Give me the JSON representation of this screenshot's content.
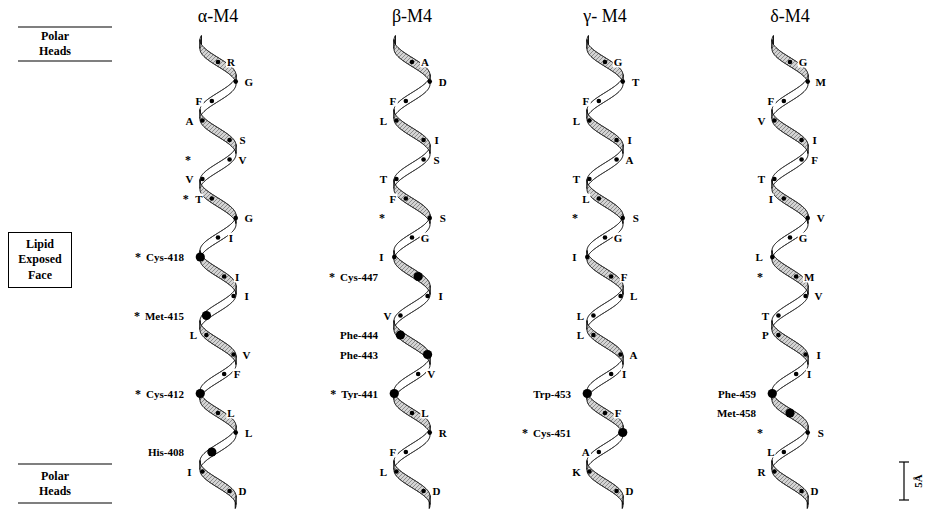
{
  "diagram": {
    "nodes": [
      {
        "text": [
          "Lipid Exposed Face"
        ]
      }
    ],
    "labels": [
      "Polar Heads",
      "Polar Heads",
      "α-M4",
      "R",
      "G",
      "F",
      "A",
      "S",
      "*",
      "V",
      "V",
      "*",
      "T",
      "G",
      "I",
      "*",
      "Cys-418",
      "I",
      "I",
      "*",
      "Met-415",
      "L",
      "V",
      "F",
      "*",
      "Cys-412",
      "L",
      "L",
      "His-408",
      "I",
      "D",
      "β-M4",
      "A",
      "D",
      "F",
      "L",
      "I",
      "S",
      "T",
      "F",
      "*",
      "S",
      "G",
      "I",
      "*",
      "Cys-447",
      "I",
      "V",
      "Phe-444",
      "Phe-443",
      "V",
      "*",
      "Tyr-441",
      "L",
      "R",
      "F",
      "L",
      "D",
      "γ- M4",
      "G",
      "T",
      "F",
      "L",
      "I",
      "A",
      "T",
      "L",
      "*",
      "S",
      "G",
      "I",
      "F",
      "L",
      "L",
      "L",
      "A",
      "I",
      "Trp-453",
      "F",
      "*",
      "Cys-451",
      "A",
      "K",
      "D",
      "δ-M4",
      "G",
      "M",
      "F",
      "V",
      "I",
      "F",
      "T",
      "I",
      "V",
      "G",
      "L",
      "*",
      "M",
      "V",
      "T",
      "P",
      "I",
      "I",
      "Phe-459",
      "Met-458",
      "*",
      "S",
      "L",
      "R",
      "D",
      "5Å"
    ]
  }
}
